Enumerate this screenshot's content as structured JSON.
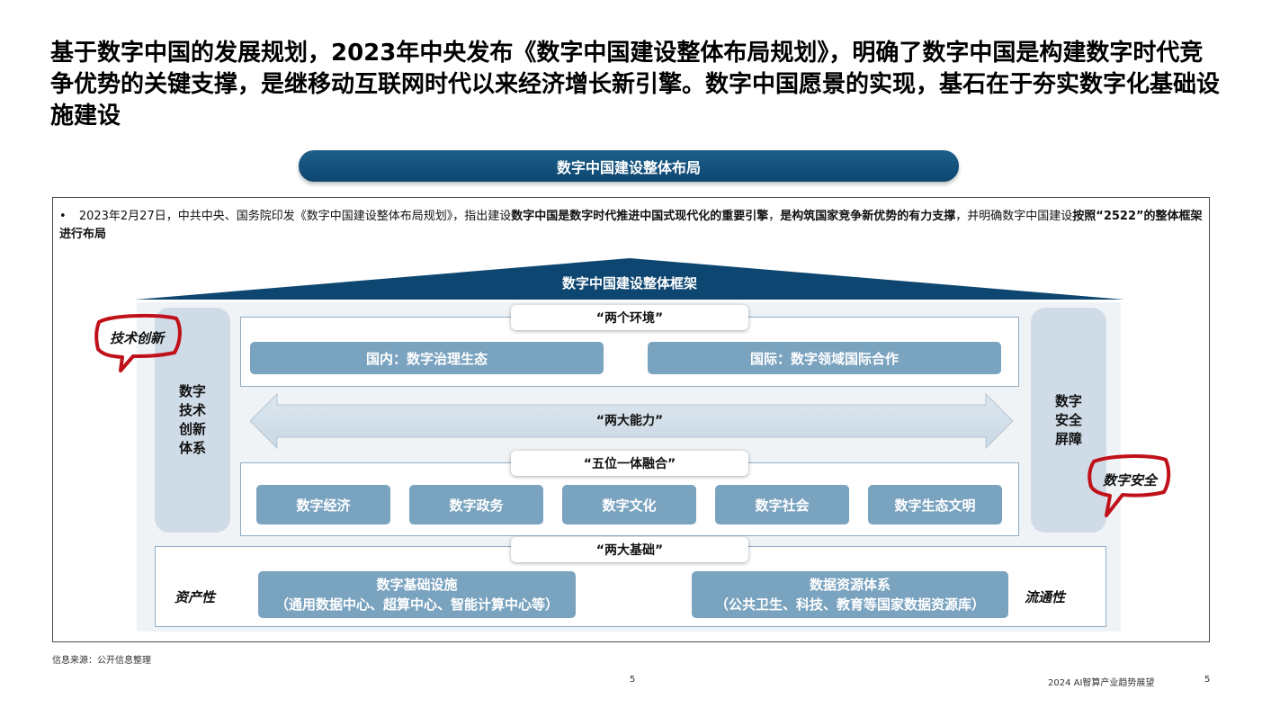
{
  "headline": "基于数字中国的发展规划，2023年中央发布《数字中国建设整体布局规划》，明确了数字中国是构建数字时代竞争优势的关键支撑，是继移动互联网时代以来经济增长新引擎。数字中国愿景的实现，基石在于夯实数字化基础设施建设",
  "banner_title": "数字中国建设整体布局",
  "bullet": {
    "marker": "•",
    "part1": "2023年2月27日，中共中央、国务院印发《数字中国建设整体布局规划》，指出建设",
    "bold1": "数字中国是数字时代推进中国式现代化的重要引擎",
    "part2": "，",
    "bold2": "是构筑国家竞争新优势的有力支撑",
    "part3": "，并明确数字中国建设",
    "bold3": "按照“2522”的整体框架进行布局"
  },
  "framework_title": "数字中国建设整体框架",
  "left_side": "数字\n技术\n创新\n体系",
  "right_side": "数字\n安全\n屏障",
  "two_env": {
    "label": "“两个环境”",
    "domestic": "国内：数字治理生态",
    "international": "国际：数字领域国际合作"
  },
  "two_capabilities": "“两大能力”",
  "five_in_one": {
    "label": "“五位一体融合”",
    "items": [
      "数字经济",
      "数字政务",
      "数字文化",
      "数字社会",
      "数字生态文明"
    ]
  },
  "two_foundations": {
    "label": "“两大基础”",
    "left_tag": "资产性",
    "right_tag": "流通性",
    "infra_title": "数字基础设施",
    "infra_sub": "（通用数据中心、超算中心、智能计算中心等）",
    "data_title": "数据资源体系",
    "data_sub": "（公共卫生、科技、教育等国家数据资源库）"
  },
  "hand_notes": {
    "left": "技术创新",
    "right": "数字安全"
  },
  "footer": {
    "source": "信息来源：公开信息整理",
    "page_center": "5",
    "report": "2024 AI智算产业趋势展望",
    "page_right": "5"
  },
  "colors": {
    "navy": "#0d4670",
    "box_blue": "#7aa3bf",
    "side_blue": "#cfdbe6",
    "hand_red": "#c0101a"
  }
}
